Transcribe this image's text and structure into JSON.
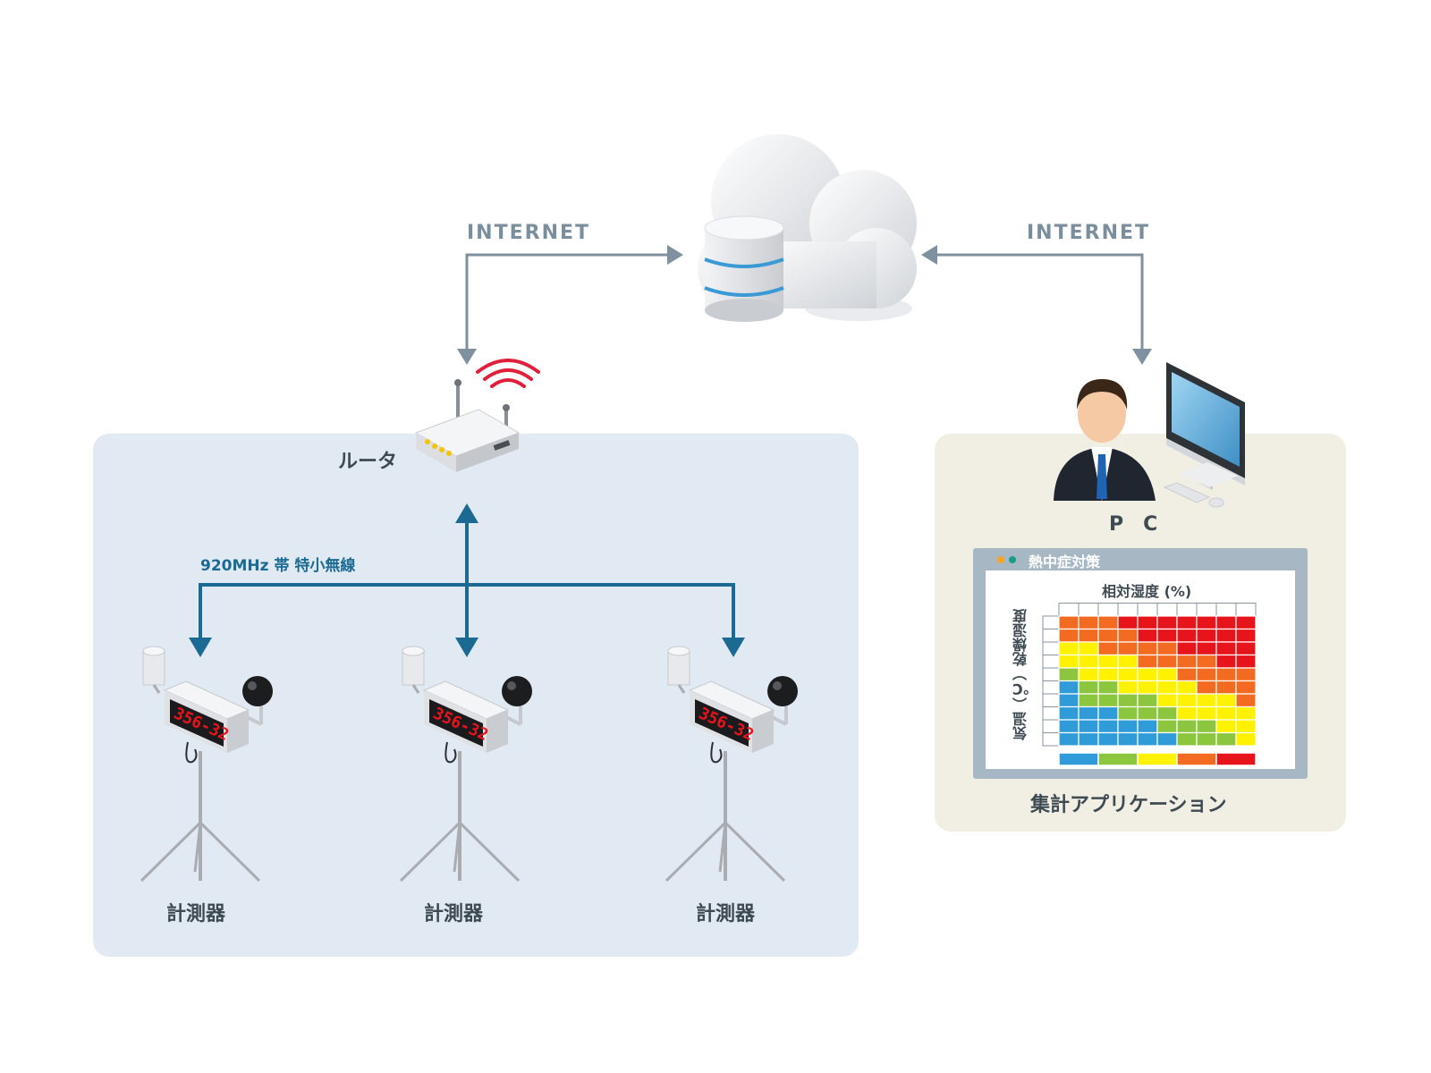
{
  "cloud": {
    "internet_left": "INTERNET",
    "internet_right": "INTERNET"
  },
  "router": {
    "label": "ルータ"
  },
  "radio": {
    "label": "920MHz 帯 特小無線"
  },
  "devices": [
    {
      "label": "計測器",
      "display": "356-32"
    },
    {
      "label": "計測器",
      "display": "356-32"
    },
    {
      "label": "計測器",
      "display": "356-32"
    }
  ],
  "pc": {
    "label": "P　C"
  },
  "app": {
    "window_title": "熱中症対策",
    "chart_title": "相対湿度 (%)",
    "y_label": "気温（℃）乾燥湿度",
    "caption": "集計アプリケーション"
  },
  "colors": {
    "arrow_gray": "#7f919f",
    "arrow_blue": "#1a6a93",
    "wifi_red": "#e0203a",
    "level_blue": "#2f9bd8",
    "level_green": "#8cc63f",
    "level_yellow": "#fff200",
    "level_orange": "#f26b21",
    "level_red": "#e8141c"
  }
}
